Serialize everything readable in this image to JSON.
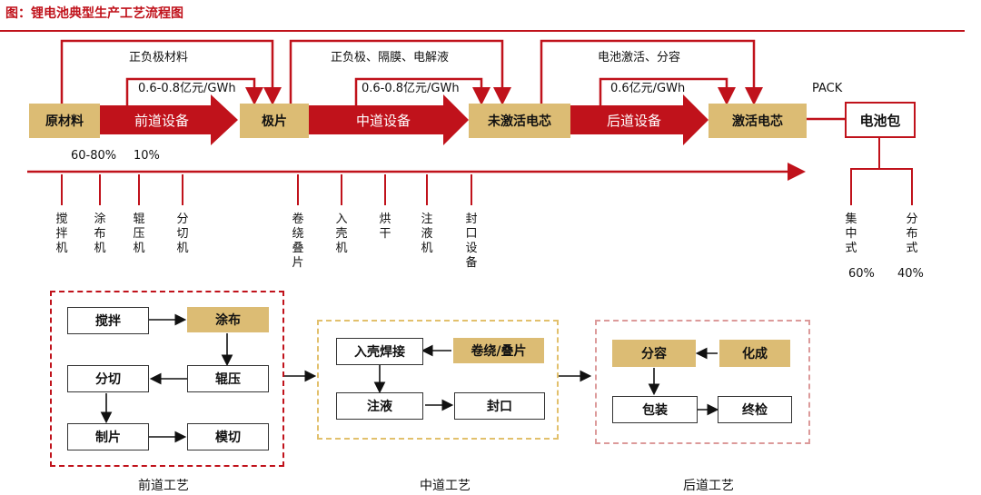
{
  "title": "图：锂电池典型生产工艺流程图",
  "stages": {
    "raw": "原材料",
    "electrode": "极片",
    "unactivated": "未激活电芯",
    "activated": "激活电芯",
    "pack": "电池包"
  },
  "equipment": {
    "front": "前道设备",
    "middle": "中道设备",
    "back": "后道设备"
  },
  "top_labels": {
    "loop1": "正负极材料",
    "loop2": "正负极、隔膜、电解液",
    "loop3": "电池激活、分容",
    "price1": "0.6-0.8亿元/GWh",
    "price2": "0.6-0.8亿元/GWh",
    "price3": "0.6亿元/GWh",
    "pack": "PACK"
  },
  "shares": {
    "a": "60-80%",
    "b": "10%"
  },
  "front_machines": [
    "搅拌机",
    "涂布机",
    "辊压机",
    "分切机"
  ],
  "middle_machines": [
    "卷绕叠片",
    "入壳机",
    "烘干",
    "注液机",
    "封口设备"
  ],
  "pack_types": [
    "集中式",
    "分布式"
  ],
  "pack_shares": [
    "60%",
    "40%"
  ],
  "front_process": {
    "label": "前道工艺",
    "steps": [
      "搅拌",
      "涂布",
      "辊压",
      "分切",
      "制片",
      "模切"
    ]
  },
  "middle_process": {
    "label": "中道工艺",
    "steps": [
      "入壳焊接",
      "卷绕/叠片",
      "注液",
      "封口"
    ]
  },
  "back_process": {
    "label": "后道工艺",
    "steps": [
      "分容",
      "化成",
      "包装",
      "终检"
    ]
  },
  "colors": {
    "red": "#c0121b",
    "tan": "#dcbc74"
  }
}
